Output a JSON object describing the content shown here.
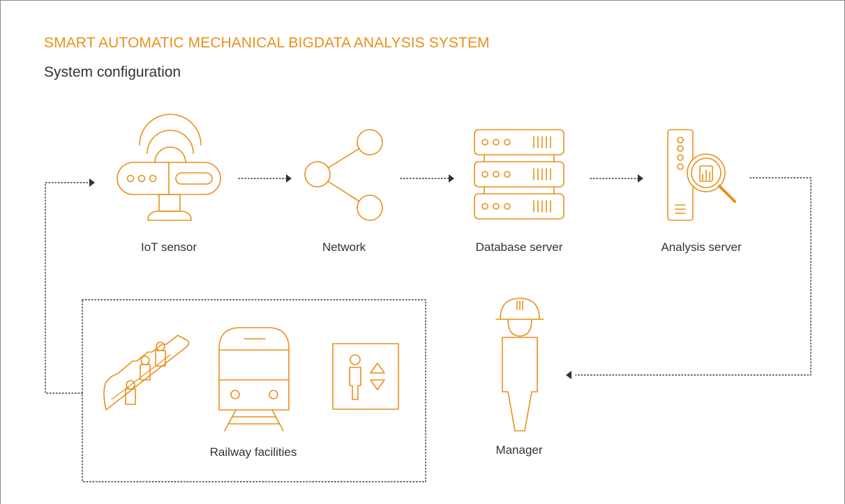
{
  "title": "SMART AUTOMATIC MECHANICAL BIGDATA ANALYSIS SYSTEM",
  "subtitle": "System configuration",
  "colors": {
    "accent": "#e8901a",
    "text": "#333333",
    "connector": "#333333",
    "frame": "#8a8a8a"
  },
  "nodes": {
    "iot_sensor": {
      "label": "IoT sensor",
      "icon": "iot-sensor-icon"
    },
    "network": {
      "label": "Network",
      "icon": "network-icon"
    },
    "database_server": {
      "label": "Database server",
      "icon": "database-server-icon"
    },
    "analysis_server": {
      "label": "Analysis server",
      "icon": "analysis-server-icon"
    },
    "manager": {
      "label": "Manager",
      "icon": "manager-icon"
    },
    "railway_facilities": {
      "label": "Railway facilities",
      "icons": [
        "escalator-icon",
        "train-icon",
        "elevator-icon"
      ]
    }
  },
  "edges": [
    {
      "from": "iot_sensor",
      "to": "network",
      "style": "dotted-arrow"
    },
    {
      "from": "network",
      "to": "database_server",
      "style": "dotted-arrow"
    },
    {
      "from": "database_server",
      "to": "analysis_server",
      "style": "dotted-arrow"
    },
    {
      "from": "analysis_server",
      "to": "manager",
      "style": "dotted-arrow"
    },
    {
      "from": "railway_facilities",
      "to": "iot_sensor",
      "style": "dotted-arrow"
    }
  ]
}
